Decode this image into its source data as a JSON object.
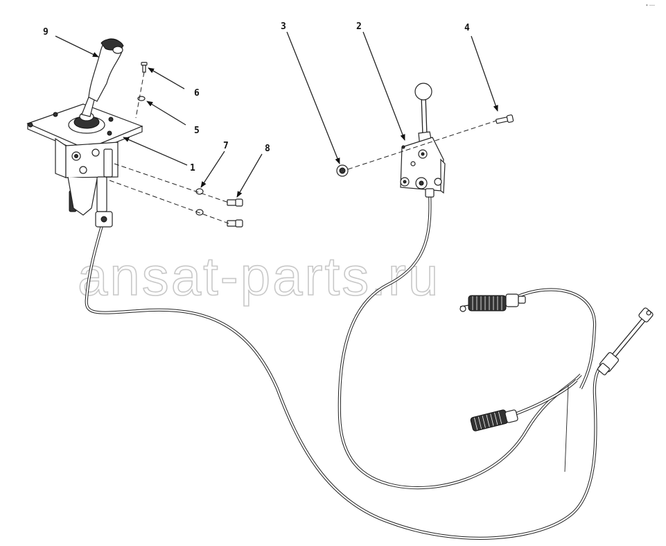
{
  "watermark": "ansat-parts.ru",
  "corner_mark": "• —",
  "callouts": [
    {
      "id": "c9",
      "label": "9"
    },
    {
      "id": "c6",
      "label": "6"
    },
    {
      "id": "c5",
      "label": "5"
    },
    {
      "id": "c1",
      "label": "1"
    },
    {
      "id": "c7",
      "label": "7"
    },
    {
      "id": "c8",
      "label": "8"
    },
    {
      "id": "c3",
      "label": "3"
    },
    {
      "id": "c2",
      "label": "2"
    },
    {
      "id": "c4",
      "label": "4"
    }
  ]
}
